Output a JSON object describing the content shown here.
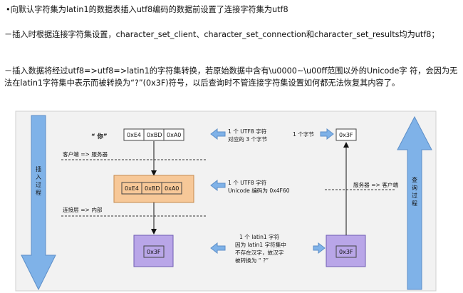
{
  "paragraphs": {
    "p1": "•向默认字符集为latin1的数据表插入utf8编码的数据前设置了连接字符集为utf8",
    "p2": "－插入时根据连接字符集设置，character_set_client、character_set_connection和character_set_results均为utf8；",
    "p3": "－插入数据将经过utf8=>utf8=>latin1的字符集转换，若原始数据中含有\\u0000~\\u00ff范围以外的Unicode字 符，会因为无法在latin1字符集中表示而被转换为“?”(0x3F)符号，以后查询时不管连接字符集设置如何都无法恢复其内容了。"
  },
  "diagram": {
    "left_arrow_label": [
      "插",
      "入",
      "过",
      "程"
    ],
    "right_arrow_label": [
      "查",
      "询",
      "过",
      "程"
    ],
    "char_label": "“ 你”",
    "bytes": [
      "0xE4",
      "0xBD",
      "0xA0"
    ],
    "client_to_server": "客户端 => 服务器",
    "connection_to_internal": "连接层 => 内部",
    "server_to_client": "服务器 => 客户端",
    "q_box_left": "0x3F",
    "q_box_right": "0x3F",
    "q_box_top": "0x3F",
    "note1": [
      "1 个 UTF8 字符",
      "对应的 3 个字节"
    ],
    "note_one_byte": "1 个字节",
    "note2": [
      "1 个 UTF8 字符",
      "Unicode 编码为 0x4F60"
    ],
    "note3": [
      "1 个 latin1 字符",
      "因为 latin1 字符集中",
      "不存在汉字，故汉字",
      "被转换为 “ ?”"
    ],
    "colors": {
      "blue_arrow": "#7fb2e8",
      "orange_box": "#f7c898",
      "purple_box": "#b9a6e8",
      "panel": "#f2f2f2"
    }
  }
}
